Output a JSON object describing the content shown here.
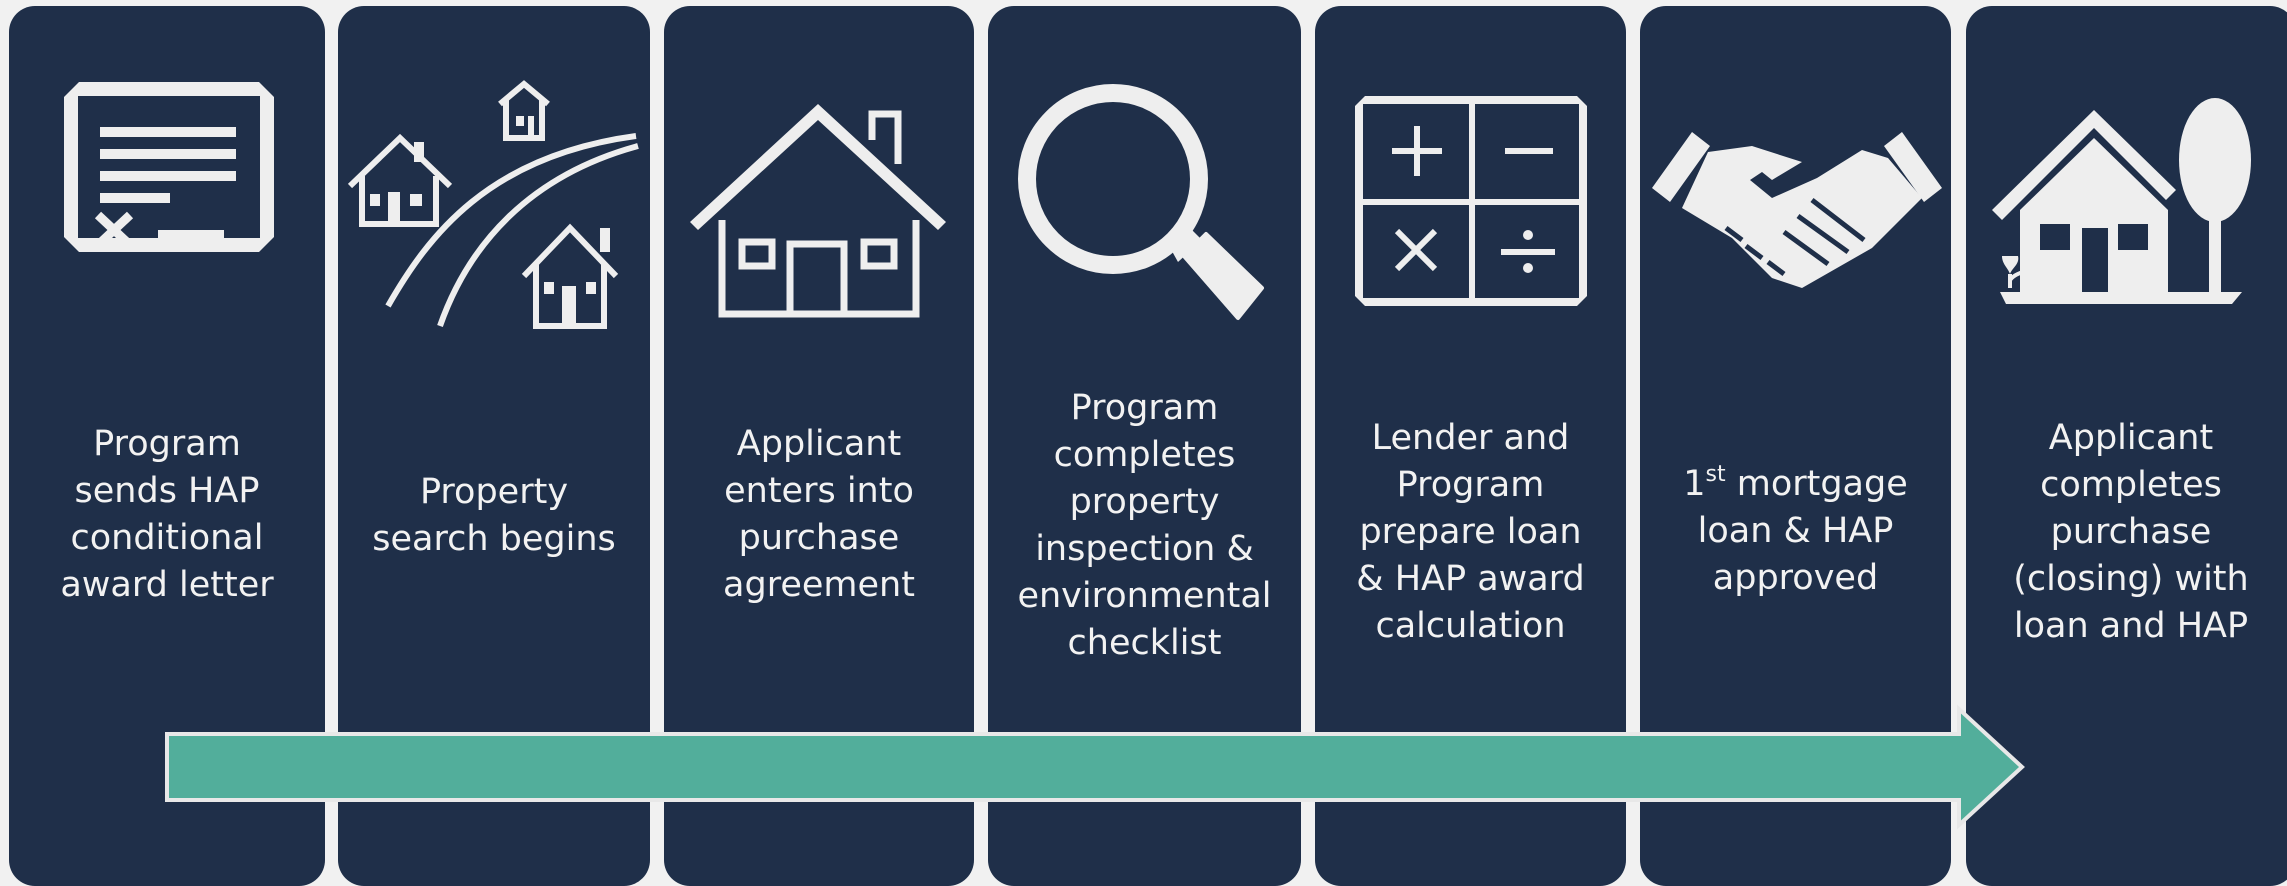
{
  "colors": {
    "panel": "#1f2f49",
    "background": "#f1f1f1",
    "icon": "#eeeeee",
    "arrow_fill": "#52ae9b",
    "arrow_stroke": "#e8e8e8",
    "text": "#f2f2f2"
  },
  "steps": [
    {
      "icon": "document-icon",
      "label": "Program\nsends HAP\nconditional\naward letter"
    },
    {
      "icon": "houses-road-icon",
      "label": "Property\nsearch begins"
    },
    {
      "icon": "house-icon",
      "label": "Applicant\nenters into\npurchase\nagreement"
    },
    {
      "icon": "magnifier-icon",
      "label": "Program\ncompletes\nproperty\ninspection &\nenvironmental\nchecklist"
    },
    {
      "icon": "calculator-icon",
      "label": "Lender and\nProgram\nprepare loan\n& HAP award\ncalculation"
    },
    {
      "icon": "handshake-icon",
      "label_ordinal": "1",
      "label_suffix": "st",
      "label_rest": " mortgage\nloan & HAP\napproved"
    },
    {
      "icon": "house-tree-icon",
      "label": "Applicant\ncompletes\npurchase\n(closing) with\nloan and HAP"
    }
  ]
}
